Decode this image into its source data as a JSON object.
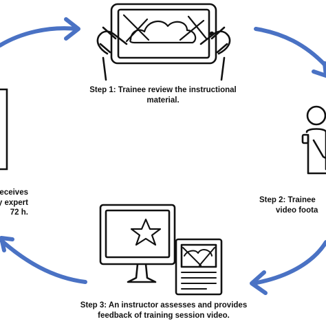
{
  "steps": [
    {
      "line1": "Step 1: Trainee review the instructional",
      "line2": "material."
    },
    {
      "line1": "Step 2: Trainee",
      "line2": "video foota"
    },
    {
      "line1": "Step 3: An instructor assesses and provides",
      "line2": "feedback of training session video."
    },
    {
      "line1": "receives",
      "line2": "by expert",
      "line3": "72 h."
    }
  ],
  "colors": {
    "arrow": "#4a72c4",
    "ink": "#111111",
    "background": "#ffffff"
  },
  "icons": [
    "hands-holding-tablet-icon",
    "person-recording-icon",
    "monitor-star-icon",
    "video-document-icon",
    "document-icon"
  ]
}
